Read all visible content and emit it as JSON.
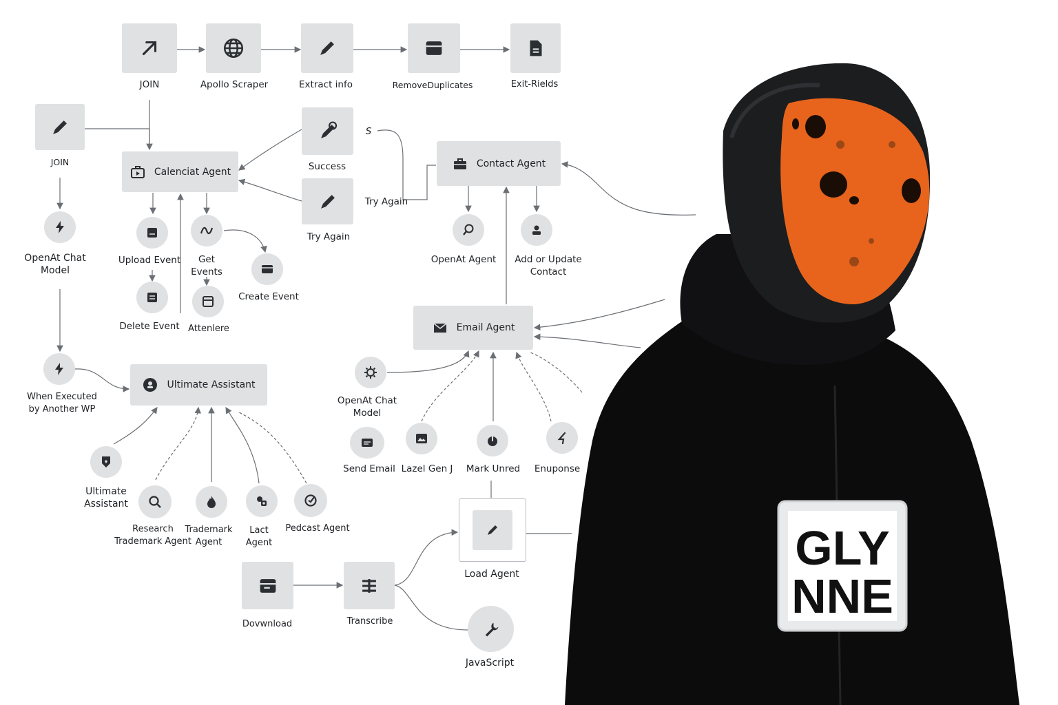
{
  "top_row": [
    {
      "label": "JOIN",
      "icon": "arrow-up-right-icon"
    },
    {
      "label": "Apollo Scraper",
      "icon": "globe-icon"
    },
    {
      "label": "Extract info",
      "icon": "pen-icon"
    },
    {
      "label": "RemoveDuplicates",
      "icon": "window-icon"
    },
    {
      "label": "Exit-Rields",
      "icon": "document-icon"
    }
  ],
  "left_column": {
    "join": {
      "label": "JOIN",
      "icon": "pen-icon"
    },
    "openai_chat": {
      "label_line1": "OpenAt Chat",
      "label_line2": "Model",
      "icon": "bolt-icon"
    },
    "when_executed": {
      "label_line1": "When Executed",
      "label_line2": "by Another WP",
      "icon": "bolt-icon"
    }
  },
  "calendar_group": {
    "agent": {
      "label": "Calenciat Agent",
      "icon": "briefcase-icon"
    },
    "success": {
      "label": "Success",
      "side_label": "S",
      "icon": "pen-icon"
    },
    "try_again": {
      "label": "Try Again",
      "side_label": "Try Again",
      "icon": "pen-icon"
    },
    "upload_event": {
      "label": "Upload Event",
      "icon": "calendar-icon"
    },
    "get_events": {
      "label_line1": "Get",
      "label_line2": "Events",
      "icon": "wave-icon"
    },
    "create_event": {
      "label": "Create Event",
      "icon": "card-icon"
    },
    "delete_event": {
      "label": "Delete Event",
      "icon": "list-icon"
    },
    "attendee": {
      "label": "Attenlere",
      "icon": "window-icon"
    }
  },
  "contact_group": {
    "agent": {
      "label": "Contact Agent",
      "icon": "toolbox-icon"
    },
    "openai_agent": {
      "label": "OpenAt Agent",
      "icon": "magnifier-icon"
    },
    "add_update": {
      "label_line1": "Add or Update",
      "label_line2": "Contact",
      "icon": "person-icon"
    }
  },
  "email_group": {
    "agent": {
      "label": "Email Agent",
      "icon": "envelope-icon"
    },
    "chat_model": {
      "label_line1": "OpenAt Chat",
      "label_line2": "Model",
      "icon": "gear-icon"
    },
    "send_email": {
      "label": "Send Email",
      "icon": "card-icon"
    },
    "lazel_gen": {
      "label": "Lazel Gen J",
      "icon": "image-icon"
    },
    "mark_unread": {
      "label": "Mark Unred",
      "icon": "power-icon"
    },
    "enuponse": {
      "label": "Enuponse",
      "icon": "angle-icon"
    }
  },
  "assistant_group": {
    "agent": {
      "label": "Ultimate Assistant",
      "icon": "person-badge-icon"
    },
    "ultimate": {
      "label_line1": "Ultimate",
      "label_line2": "Assistant",
      "icon": "shield-icon"
    },
    "research": {
      "label_line1": "Research",
      "label_line2": "Trademark Agent",
      "icon": "search-icon"
    },
    "trademark": {
      "label_line1": "Trademark",
      "label_line2": "Agent",
      "icon": "flame-icon"
    },
    "lact": {
      "label_line1": "Lact",
      "label_line2": "Agent",
      "icon": "shapes-icon"
    },
    "podcast": {
      "label": "Pedcast Agent",
      "icon": "check-circle-icon"
    }
  },
  "bottom_group": {
    "download": {
      "label": "Dovwnload",
      "icon": "stack-icon"
    },
    "transcribe": {
      "label": "Transcribe",
      "icon": "menu-icon"
    },
    "load_agent": {
      "label": "Load Agent",
      "icon": "pen-icon"
    },
    "javascript": {
      "label": "JavaScript",
      "icon": "wrench-icon"
    }
  },
  "figure": {
    "badge_line1": "GLY",
    "badge_line2": "NNE",
    "mask_color": "#e8641c",
    "hoodie_color": "#0c0c0d",
    "helmet_color": "#1c1d1f"
  }
}
